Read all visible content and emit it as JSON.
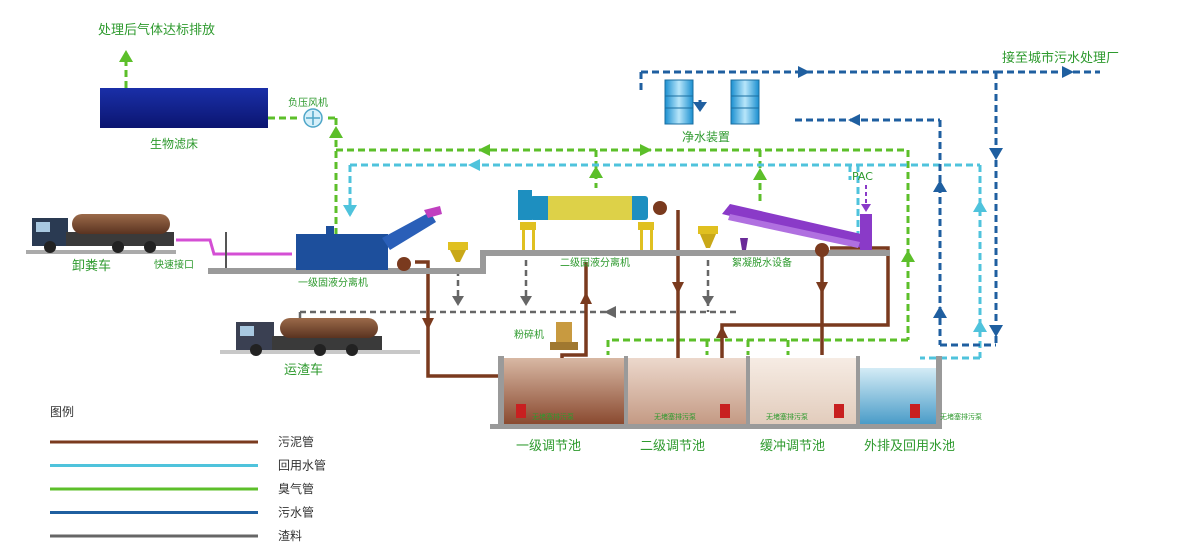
{
  "labels": {
    "exhaust_out": "处理后气体达标排放",
    "biofilter": "生物滤床",
    "neg_fan": "负压风机",
    "to_plant": "接至城市污水处理厂",
    "water_purifier": "净水装置",
    "pac": "PAC",
    "truck_unload": "卸粪车",
    "quick_connect": "快速接口",
    "separator1": "一级固液分离机",
    "separator2": "二级固液分离机",
    "dewater": "絮凝脱水设备",
    "crusher": "粉碎机",
    "slag_truck": "运渣车",
    "pump_label": "无堵塞排污泵",
    "pool1": "一级调节池",
    "pool2": "二级调节池",
    "pool3": "缓冲调节池",
    "pool4": "外排及回用水池"
  },
  "legend": {
    "title": "图例",
    "items": [
      {
        "label": "污泥管",
        "color": "#7a3a1e",
        "dashed": false
      },
      {
        "label": "回用水管",
        "color": "#4fc3dc",
        "dashed": false
      },
      {
        "label": "臭气管",
        "color": "#5cbf2a",
        "dashed": false
      },
      {
        "label": "污水管",
        "color": "#1f5fa0",
        "dashed": false
      },
      {
        "label": "渣料",
        "color": "#666666",
        "dashed": false
      }
    ]
  },
  "colors": {
    "sludge": "#7a3a1e",
    "reuse": "#4fc3dc",
    "odor": "#5cbf2a",
    "sewage": "#1f5fa0",
    "slag": "#666666",
    "label": "#2e9a2e"
  }
}
